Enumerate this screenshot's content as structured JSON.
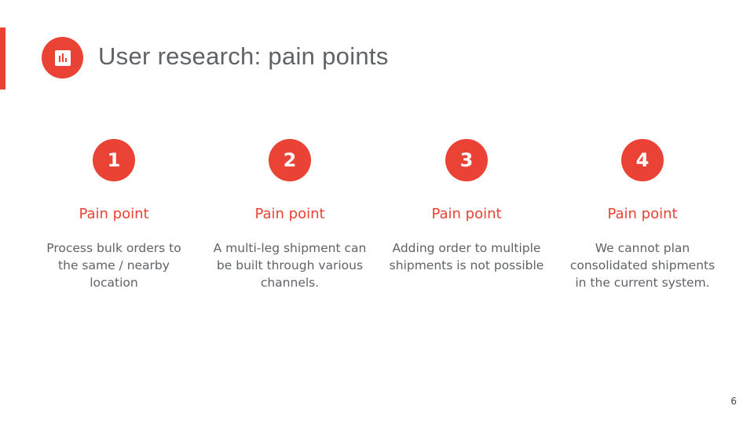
{
  "slide": {
    "title": "User research: pain points",
    "title_icon": "bar-chart-icon",
    "accent_color": "#ea4335",
    "page_number": "6"
  },
  "pain_points": [
    {
      "number": "1",
      "heading": "Pain point",
      "description": "Process bulk orders to the same / nearby location"
    },
    {
      "number": "2",
      "heading": "Pain point",
      "description": "A multi-leg shipment can be built through various channels."
    },
    {
      "number": "3",
      "heading": "Pain point",
      "description": "Adding order to multiple shipments is not possible"
    },
    {
      "number": "4",
      "heading": "Pain point",
      "description": "We cannot plan consolidated shipments in the current system."
    }
  ]
}
